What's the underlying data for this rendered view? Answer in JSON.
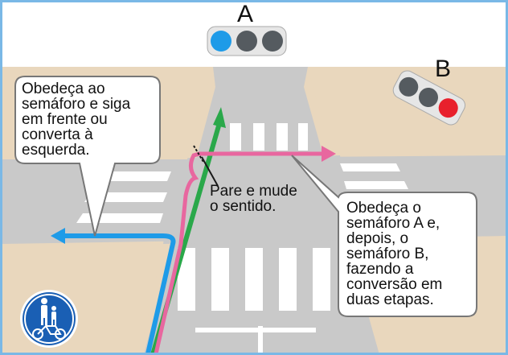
{
  "traffic_lights": {
    "a": {
      "label": "A",
      "active": "blue",
      "color_active": "#1e9be8",
      "color_off": "#555b60"
    },
    "b": {
      "label": "B",
      "active": "red",
      "color_active": "#e8202c",
      "color_off": "#555b60"
    }
  },
  "callouts": {
    "left": "Obedeça ao\nsemáforo e siga\nem frente ou\nconverta à\nesquerda.",
    "middle": "Pare e mude\no sentido.",
    "right": "Obedeça o\nsemáforo A e,\ndepois, o\nsemáforo B,\nfazendo a\nconversão em\nduas etapas."
  },
  "sign": {
    "name": "pedestrian-and-bicycle-path-sign",
    "color": "#1a5fb4"
  },
  "route_colors": {
    "left_turn": "#1e9be8",
    "straight": "#2aa84a",
    "two_stage": "#e8679f"
  }
}
